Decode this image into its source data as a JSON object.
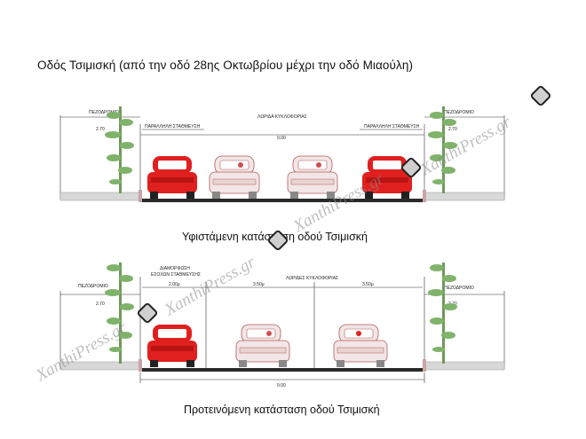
{
  "title": "Οδός Τσιμισκή (από την οδό 28ης Οκτωβρίου μέχρι την οδό Μιαούλη)",
  "existing": {
    "caption": "Υφιστάμενη κατάσταση οδού Τσιμισκή",
    "sidewalk_left": "ΠΕΖΟΔΡΟΜΙΟ",
    "sidewalk_right": "ΠΕΖΟΔΡΟΜΙΟ",
    "sidewalk_width_left": "2.70",
    "sidewalk_width_right": "2.70",
    "traffic_lane": "ΛΩΡΙΔΑ ΚΥΚΛΟΦΟΡΙΑΣ",
    "parking_left": "ΠΑΡΑΛΛΗΛΗ ΣΤΑΘΜΕΥΣΗ",
    "parking_right": "ΠΑΡΑΛΛΗΛΗ ΣΤΑΘΜΕΥΣΗ",
    "road_width": "9.00"
  },
  "proposed": {
    "caption": "Προτεινόμενη κατάσταση οδού Τσιμισκή",
    "sidewalk_left": "ΠΕΖΟΔΡΟΜΙΟ",
    "sidewalk_right": "ΠΕΖΟΔΡΟΜΙΟ",
    "sidewalk_width_left": "2.70",
    "sidewalk_width_right": "2.70",
    "parking_line1": "ΔΙΑΜΟΡΦΩΣΗ",
    "parking_line2": "ΕΣΟΧΩΝ ΣΤΑΘΜΕΥΣΗΣ",
    "parking_width": "2.00μ",
    "traffic_lanes": "ΛΩΡΙΔΕΣ ΚΥΚΛΟΦΟΡΙΑΣ",
    "lane_width_1": "3.50μ",
    "lane_width_2": "3.50μ",
    "road_width": "9.00"
  },
  "watermark": "XanthiPress.gr",
  "colors": {
    "red_car": "#e0201f",
    "pale_car": "#f2e6e6",
    "car_outline": "#b55a5a",
    "tree": "#7fb36a"
  }
}
